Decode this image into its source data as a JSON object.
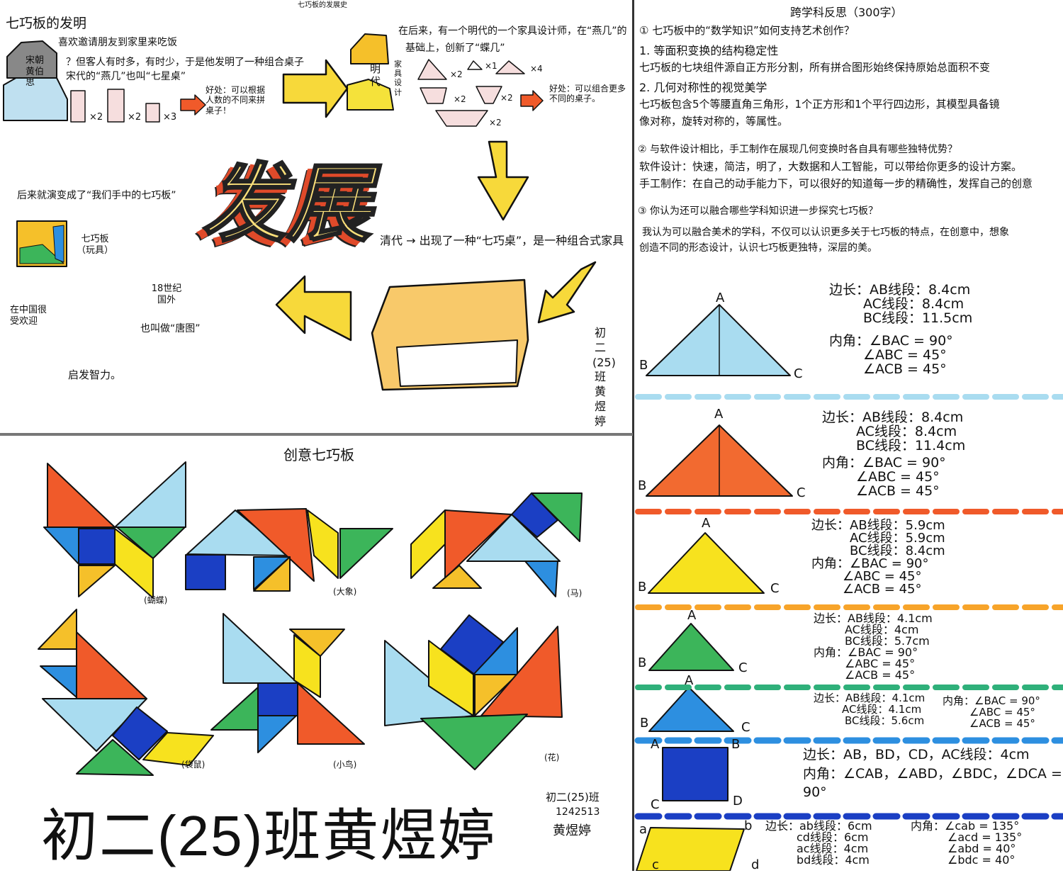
{
  "poster_header": "七巧板的发展史",
  "invention": {
    "title": "七巧板的发明",
    "line1": "喜欢邀请朋友到家里来吃饭",
    "line2": "？但客人有时多，有时少，于是他发明了一种组合桌子",
    "line3": "宋代的“燕几”也叫“七星桌”",
    "person_label": "宋朝 黄伯思",
    "counts": [
      "×2",
      "×2",
      "×3"
    ],
    "benefit": "好处：可以根据人数的不同来拼桌子！"
  },
  "ming": {
    "text1": "在后来，有一个明代的一个家具设计师，在“燕几”的",
    "text2": "基础上，创新了“蝶几”",
    "person_label": "明代",
    "role_label": "家具设计",
    "counts": [
      "×2",
      "×1",
      "×4",
      "×2",
      "×2",
      "×2"
    ],
    "benefit": "好处：可以组合更多不同的桌子。"
  },
  "development": {
    "title": "发展",
    "qing": "清代 → 出现了一种“七巧桌”，是一种组合式家具",
    "later": "后来就演变成了“我们手中的七巧板”",
    "toy": "七巧板（玩具）",
    "china": "在中国很受欢迎",
    "abroad": "18世纪国外",
    "tangram_name": "也叫做“唐图”",
    "result": "启发智力。",
    "signature": "初二(25)班 黄煜婷"
  },
  "creative": {
    "title": "创意七巧板",
    "labels": [
      "(蝴蝶)",
      "(大象)",
      "(马)",
      "(袋鼠)",
      "(小鸟)",
      "(花)"
    ]
  },
  "footer": {
    "big_name": "初二(25)班黄煜婷",
    "class": "初二(25)班",
    "id": "1242513",
    "signature": "黄煜婷"
  },
  "reflection": {
    "title": "跨学科反思（300字）",
    "q1": "① 七巧板中的“数学知识”如何支持艺术创作？",
    "p1_title": "1. 等面积变换的结构稳定性",
    "p1_text": "七巧板的七块组件源自正方形分割，所有拼合图形始终保持原始总面积不变",
    "p2_title": "2. 几何对称性的视觉美学",
    "p2_text1": "七巧板包含5个等腰直角三角形，1个正方形和1个平行四边形，其模型具备镜",
    "p2_text2": "像对称，旋转对称的，等属性。",
    "q2": "② 与软件设计相比，手工制作在展现几何变换时各自具有哪些独特优势？",
    "software": "软件设计：快速，简洁，明了，大数据和人工智能，可以带给你更多的设计方案。",
    "handmade": "手工制作：在自己的动手能力下，可以很好的知道每一步的精确性，发挥自己的创意",
    "q3": "③ 你认为还可以融合哪些学科知识进一步探究七巧板？",
    "a3_1": "我认为可以融合美术的学科，不仅可以认识更多关于七巧板的特点，在创意中，想象",
    "a3_2": "创造不同的形态设计，认识七巧板更独特，深层的美。"
  },
  "pieces": [
    {
      "color": "#a9dcf0",
      "vertices": [
        "A",
        "B",
        "C"
      ],
      "sides": [
        "边长：AB线段：8.4cm",
        "AC线段：8.4cm",
        "BC线段：11.5cm"
      ],
      "angles": [
        "内角：∠BAC = 90°",
        "∠ABC = 45°",
        "∠ACB = 45°"
      ]
    },
    {
      "color": "#f26a30",
      "vertices": [
        "A",
        "B",
        "C"
      ],
      "sides": [
        "边长：AB线段：8.4cm",
        "AC线段：8.4cm",
        "BC线段：11.4cm"
      ],
      "angles": [
        "内角：∠BAC = 90°",
        "∠ABC = 45°",
        "∠ACB = 45°"
      ]
    },
    {
      "color": "#f7e21e",
      "vertices": [
        "A",
        "B",
        "C"
      ],
      "sides": [
        "边长：AB线段：5.9cm",
        "AC线段：5.9cm",
        "BC线段：8.4cm"
      ],
      "angles": [
        "内角：∠BAC = 90°",
        "∠ABC = 45°",
        "∠ACB = 45°"
      ]
    },
    {
      "color": "#3cb55a",
      "vertices": [
        "A",
        "B",
        "C"
      ],
      "sides": [
        "边长：AB线段：4.1cm",
        "AC线段：4cm",
        "BC线段：5.7cm"
      ],
      "angles": [
        "内角：∠BAC = 90°",
        "∠ABC = 45°",
        "∠ACB = 45°"
      ]
    },
    {
      "color": "#2d8fe0",
      "vertices": [
        "A",
        "B",
        "C"
      ],
      "sides": [
        "边长：AB线段：4.1cm",
        "AC线段：4.1cm",
        "BC线段：5.6cm"
      ],
      "angles": [
        "内角：∠BAC = 90°",
        "∠ABC = 45°",
        "∠ACB = 45°"
      ]
    },
    {
      "color": "#1b3fc4",
      "vertices": [
        "A",
        "B",
        "C",
        "D"
      ],
      "sides": [
        "边长：AB，BD，CD，AC线段：4cm"
      ],
      "angles": [
        "内角：∠CAB，∠ABD，∠BDC，∠DCA = 90°"
      ]
    },
    {
      "color": "#f7e21e",
      "vertices": [
        "a",
        "b",
        "c",
        "d"
      ],
      "sides": [
        "边长：ab线段：6cm",
        "cd线段：6cm",
        "ac线段：4cm",
        "bd线段：4cm"
      ],
      "angles": [
        "内角：∠cab = 135°",
        "∠acd = 135°",
        "∠abd = 40°",
        "∠bdc = 40°"
      ]
    }
  ],
  "dash_colors": [
    "#a9dcf0",
    "#f05a2a",
    "#f7a42a",
    "#2fb07a",
    "#2d8fe0",
    "#1b3fc4"
  ]
}
